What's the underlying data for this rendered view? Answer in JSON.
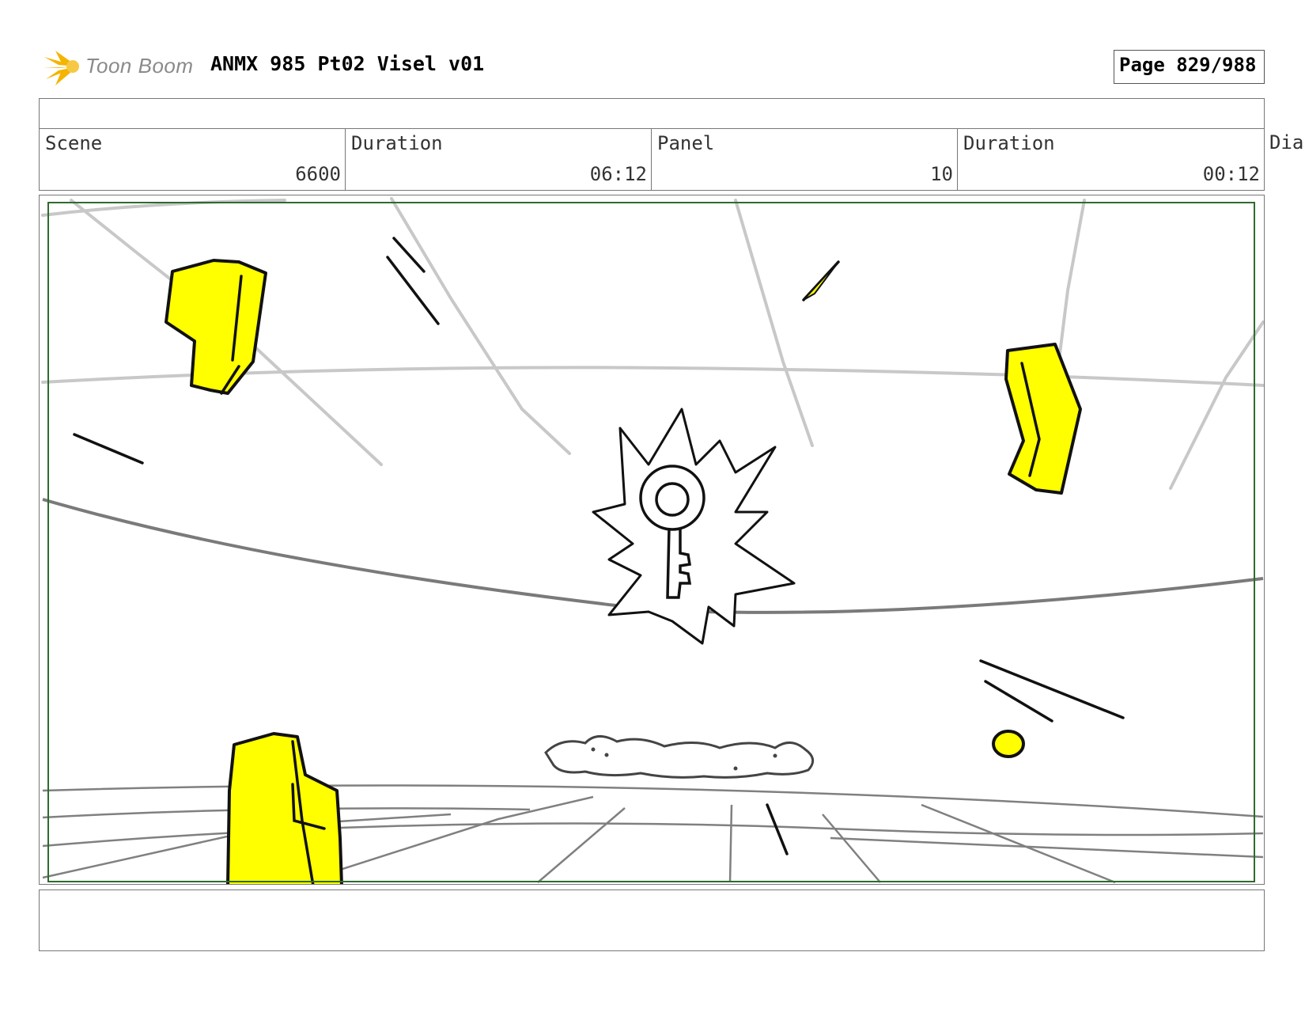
{
  "header": {
    "logo_text": "Toon Boom",
    "project_title": "ANMX 985 Pt02 Visel v01",
    "page_indicator": "Page 829/988"
  },
  "info_table": {
    "cells": [
      {
        "label": "Scene",
        "value": "6600"
      },
      {
        "label": "Duration",
        "value": "06:12"
      },
      {
        "label": "Panel",
        "value": "10"
      },
      {
        "label": "Duration",
        "value": "00:12"
      }
    ],
    "overflow_label": "Dia"
  },
  "colors": {
    "accent_yellow": "#ffff00",
    "safe_frame_green": "#2e6b2e",
    "logo_orange": "#f5a623"
  },
  "panel": {
    "description_icons": [
      "key-icon",
      "burst-icon",
      "yellow-rock-icon",
      "dust-cloud-icon"
    ]
  }
}
